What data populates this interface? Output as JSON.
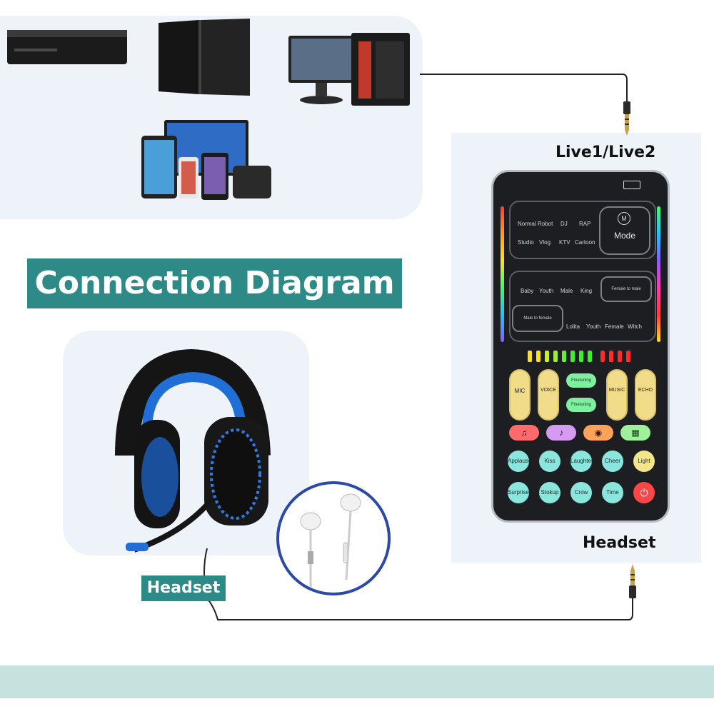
{
  "title": "Connection Diagram",
  "labels": {
    "live": "Live1/Live2",
    "headset_right": "Headset",
    "headset_tag": "Headset"
  },
  "device": {
    "mode_button": "Mode",
    "mode_icon": "M",
    "effects_row1": [
      "Normal",
      "Robot",
      "DJ",
      "RAP"
    ],
    "effects_row2": [
      "Studio",
      "Vlog",
      "KTV",
      "Cartoon"
    ],
    "voices_row1": [
      "Baby",
      "Youth",
      "Male",
      "King"
    ],
    "voices_row2": [
      "Lolita",
      "Youth",
      "Female",
      "Witch"
    ],
    "female_to_male": "Female to male",
    "male_to_female": "Male to female",
    "sliders": [
      "MIC",
      "VOICE",
      "MUSIC",
      "ECHO"
    ],
    "finetuning": [
      "Finetuning",
      "Finetuning"
    ],
    "sound_row1": [
      "Applause",
      "Kiss",
      "Laughter",
      "Cheer",
      "Light"
    ],
    "sound_row2": [
      "Surprised",
      "Stokup",
      "Crow",
      "Time"
    ]
  },
  "colors": {
    "teal": "#2d8a86",
    "panel": "#eef3f9",
    "band": "#c6e2df",
    "device_body": "#1c1e22"
  }
}
